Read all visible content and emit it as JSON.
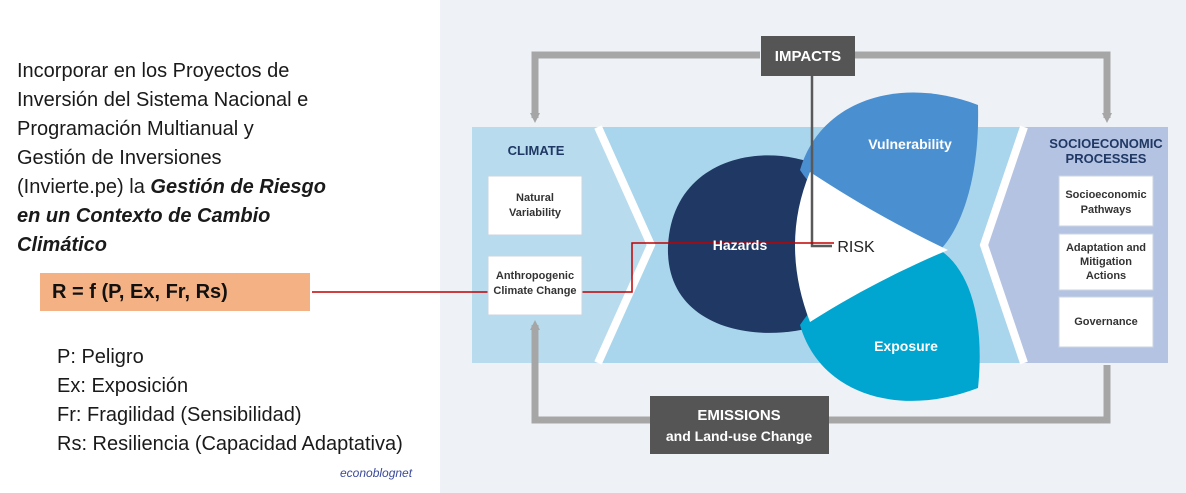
{
  "intro": {
    "line1": "Incorporar en los Proyectos de",
    "line2": "Inversión del Sistema Nacional e",
    "line3": "Programación Multianual y",
    "line4": "Gestión de Inversiones",
    "line5_plain": "(Invierte.pe) la ",
    "line5_bold": "Gestión de Riesgo",
    "line6_bold": "en un Contexto de Cambio",
    "line7_bold": "Climático"
  },
  "formula": "R = f (P, Ex, Fr, Rs)",
  "legend": [
    "P: Peligro",
    "Ex: Exposición",
    "Fr: Fragilidad (Sensibilidad)",
    "Rs: Resiliencia (Capacidad Adaptativa)"
  ],
  "credit": "econoblognet",
  "diagram": {
    "impacts": "IMPACTS",
    "climate": "CLIMATE",
    "natural_line1": "Natural",
    "natural_line2": "Variability",
    "anthro_line1": "Anthropogenic",
    "anthro_line2": "Climate Change",
    "socio_line1": "SOCIOECONOMIC",
    "socio_line2": "PROCESSES",
    "pathways_line1": "Socioeconomic",
    "pathways_line2": "Pathways",
    "adapt_line1": "Adaptation and",
    "adapt_line2": "Mitigation",
    "adapt_line3": "Actions",
    "governance": "Governance",
    "vulnerability": "Vulnerability",
    "hazards": "Hazards",
    "risk": "RISK",
    "exposure": "Exposure",
    "emissions_line1": "EMISSIONS",
    "emissions_line2": "and Land-use Change"
  },
  "colors": {
    "formula_bg": "#f4b183",
    "hazards": "#1f3864",
    "vulnerability": "#4a8fd0",
    "exposure": "#00a6d0",
    "climate_band": "#b8dcee",
    "socio_band": "#b5c3e3",
    "dark_box": "#555555",
    "connector": "#c00000"
  }
}
